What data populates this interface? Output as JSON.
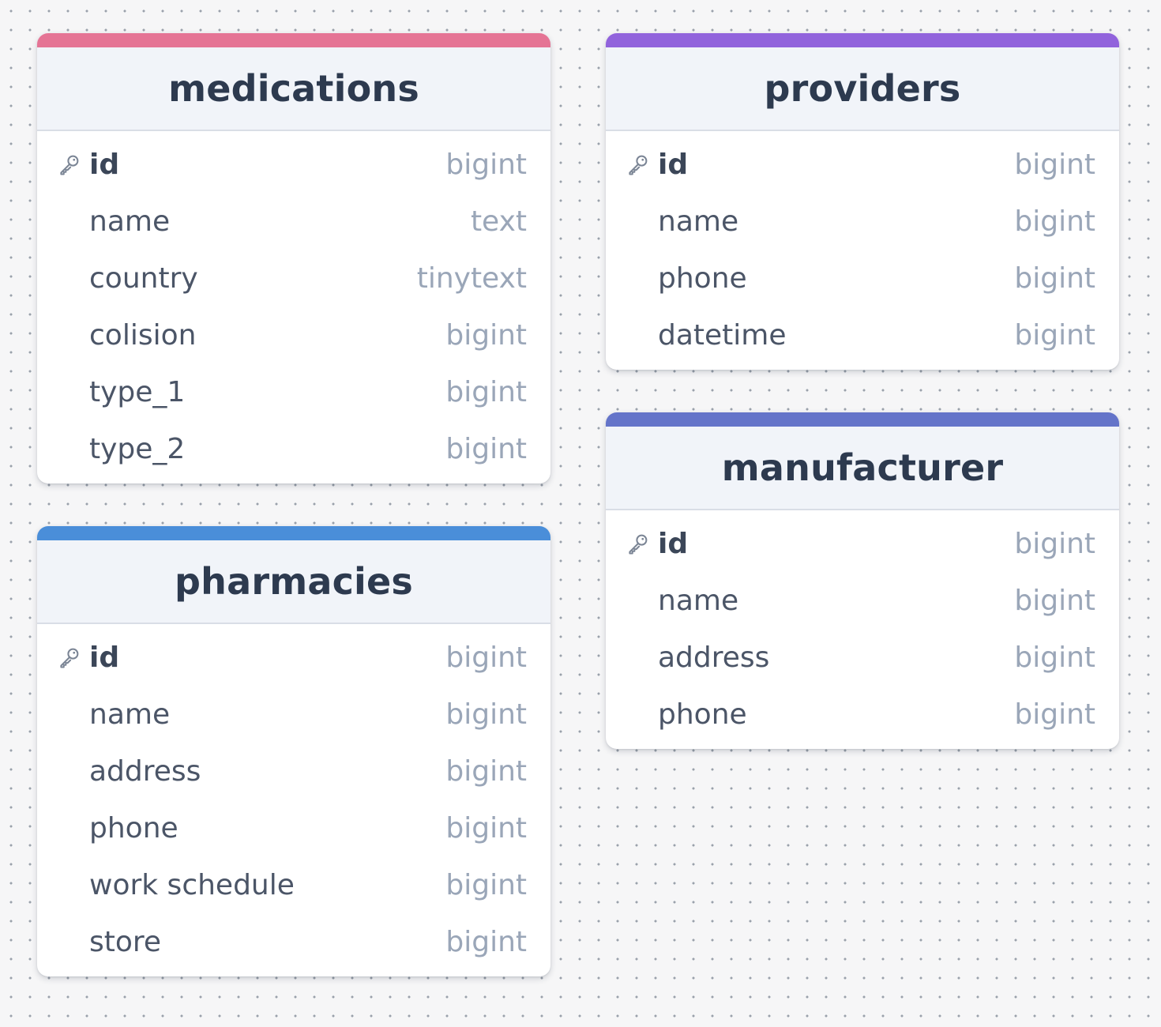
{
  "tables": [
    {
      "name": "medications",
      "accent": "#e57495",
      "columns": [
        {
          "name": "id",
          "type": "bigint",
          "pk": true
        },
        {
          "name": "name",
          "type": "text",
          "pk": false
        },
        {
          "name": "country",
          "type": "tinytext",
          "pk": false
        },
        {
          "name": "colision",
          "type": "bigint",
          "pk": false
        },
        {
          "name": "type_1",
          "type": "bigint",
          "pk": false
        },
        {
          "name": "type_2",
          "type": "bigint",
          "pk": false
        }
      ]
    },
    {
      "name": "providers",
      "accent": "#9163dc",
      "columns": [
        {
          "name": "id",
          "type": "bigint",
          "pk": true
        },
        {
          "name": "name",
          "type": "bigint",
          "pk": false
        },
        {
          "name": "phone",
          "type": "bigint",
          "pk": false
        },
        {
          "name": "datetime",
          "type": "bigint",
          "pk": false
        }
      ]
    },
    {
      "name": "pharmacies",
      "accent": "#4a8ed9",
      "columns": [
        {
          "name": "id",
          "type": "bigint",
          "pk": true
        },
        {
          "name": "name",
          "type": "bigint",
          "pk": false
        },
        {
          "name": "address",
          "type": "bigint",
          "pk": false
        },
        {
          "name": "phone",
          "type": "bigint",
          "pk": false
        },
        {
          "name": "work schedule",
          "type": "bigint",
          "pk": false
        },
        {
          "name": "store",
          "type": "bigint",
          "pk": false
        }
      ]
    },
    {
      "name": "manufacturer",
      "accent": "#6474c9",
      "columns": [
        {
          "name": "id",
          "type": "bigint",
          "pk": true
        },
        {
          "name": "name",
          "type": "bigint",
          "pk": false
        },
        {
          "name": "address",
          "type": "bigint",
          "pk": false
        },
        {
          "name": "phone",
          "type": "bigint",
          "pk": false
        }
      ]
    }
  ],
  "icons": {
    "primary_key": "key-icon"
  }
}
